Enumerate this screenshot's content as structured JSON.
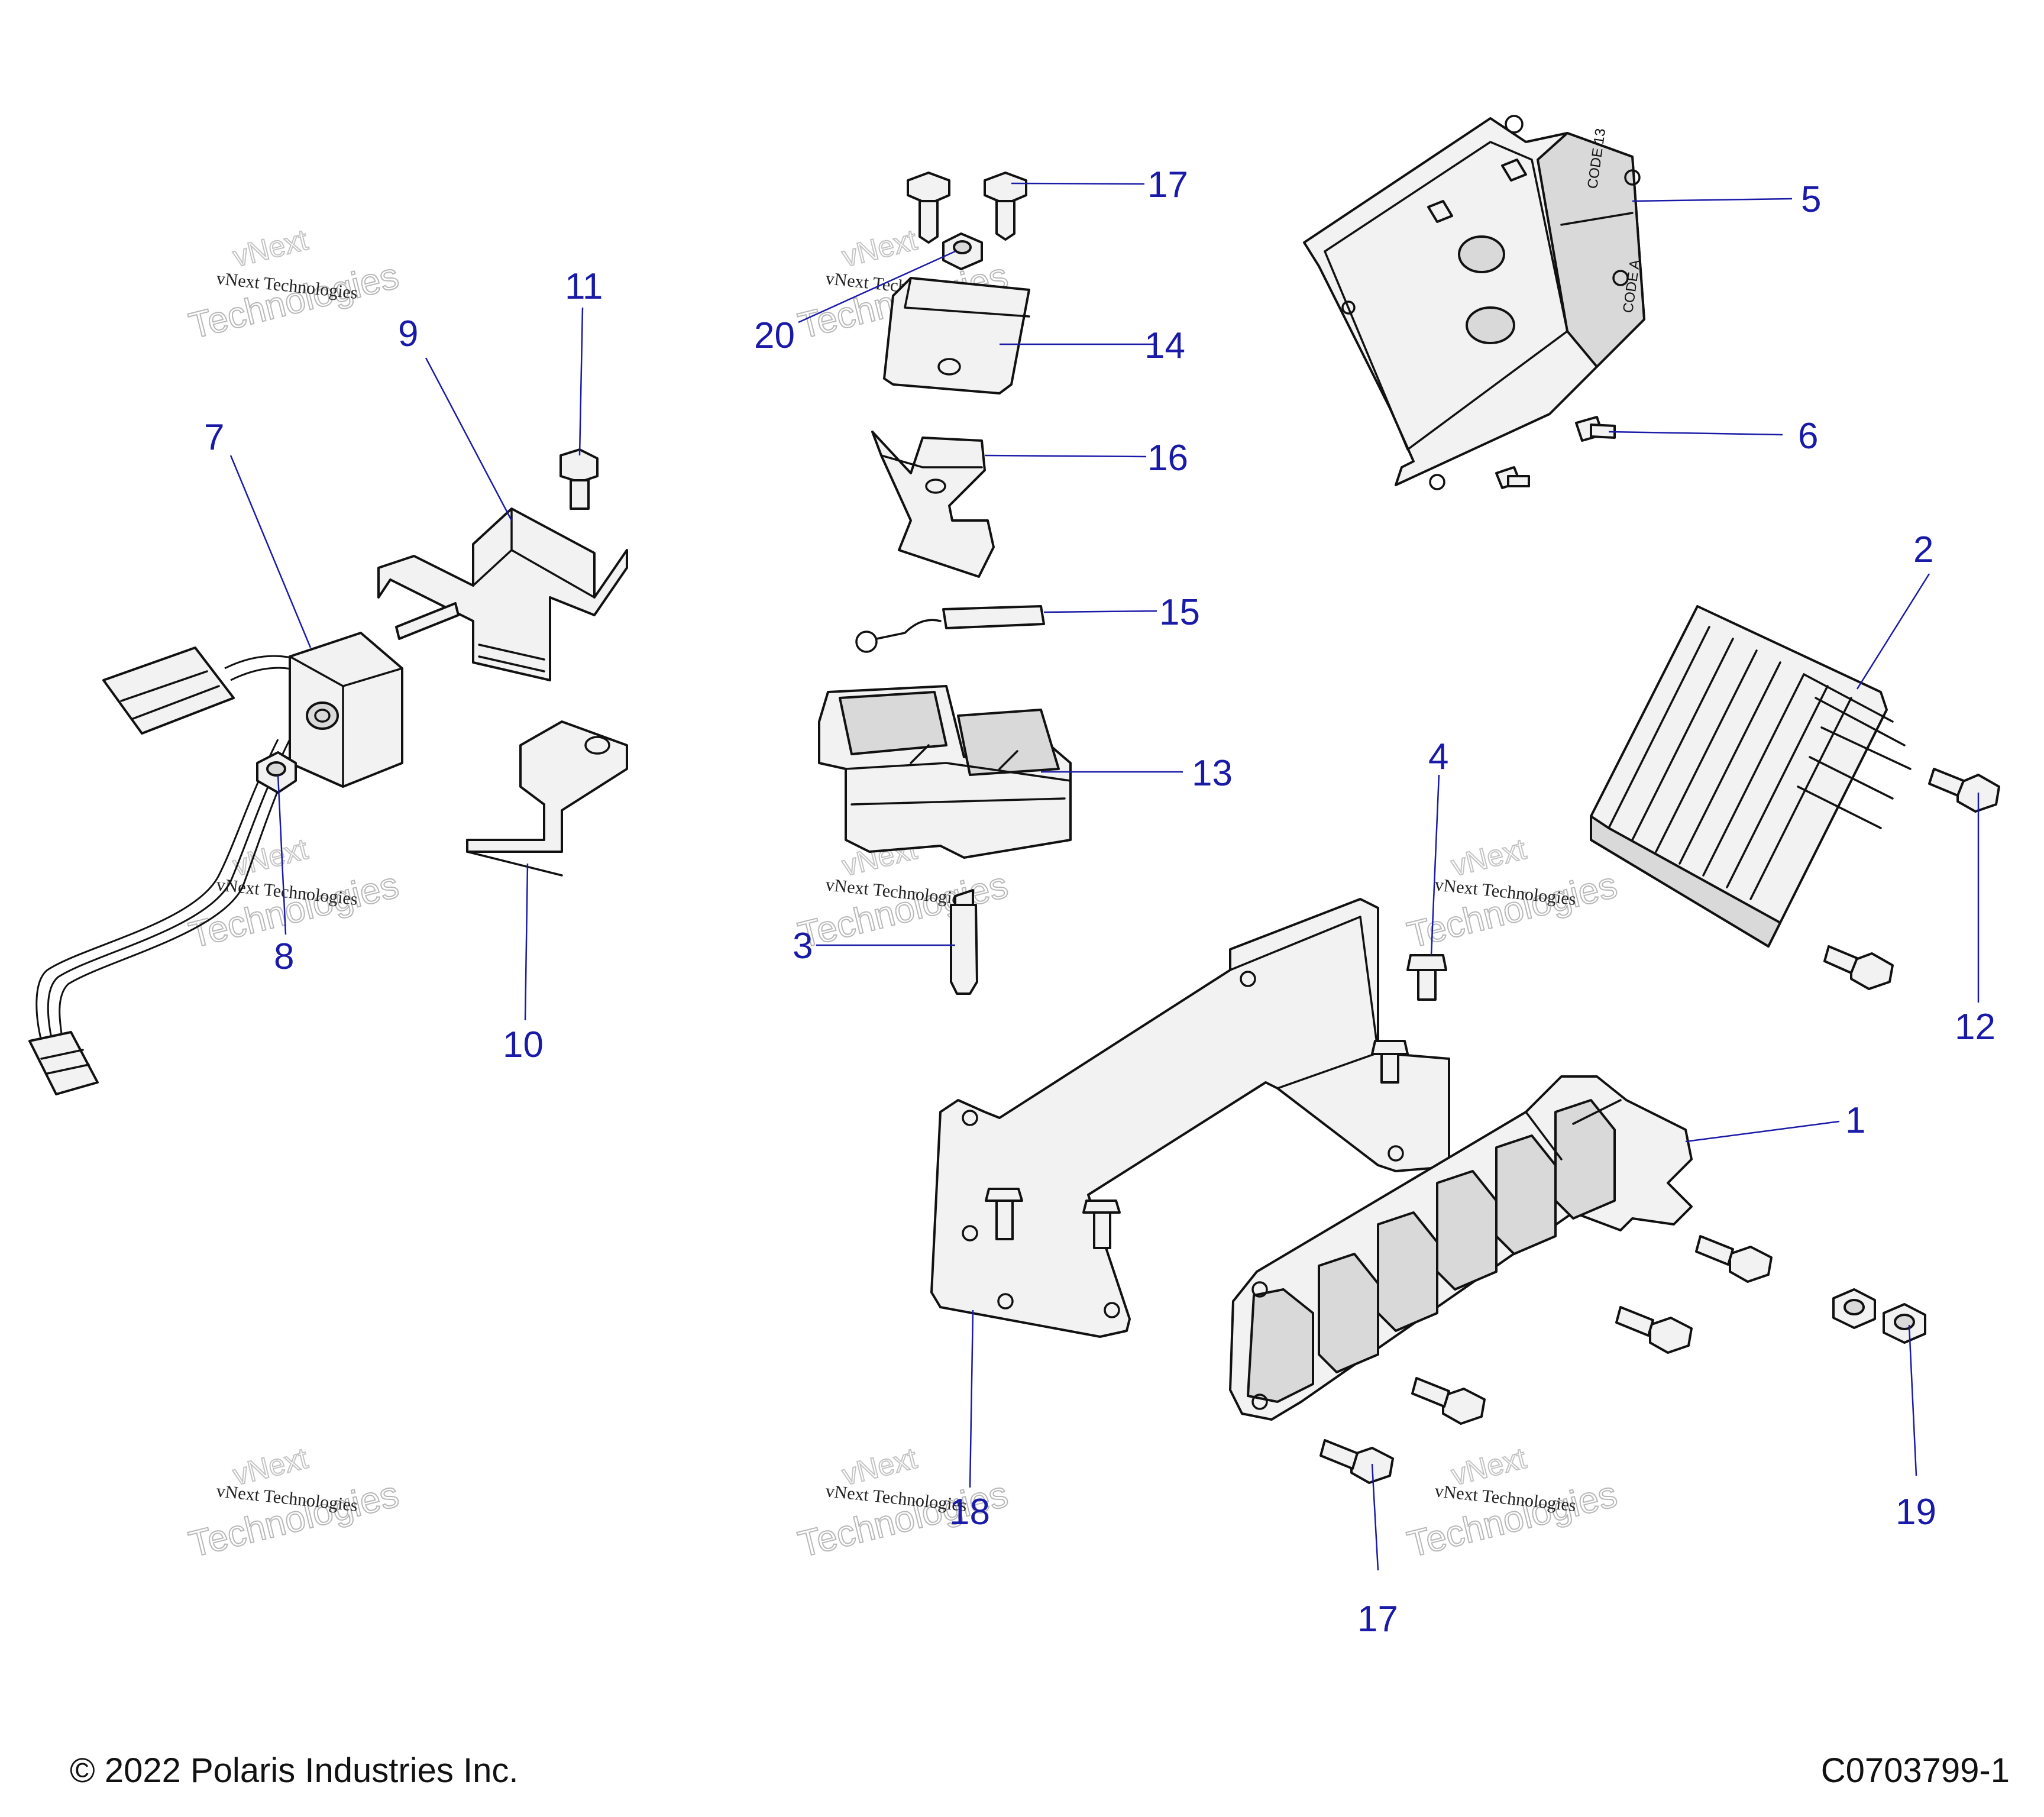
{
  "callouts": [
    "1",
    "2",
    "3",
    "4",
    "5",
    "6",
    "7",
    "8",
    "9",
    "10",
    "11",
    "12",
    "13",
    "14",
    "15",
    "16",
    "17",
    "17",
    "18",
    "19",
    "20"
  ],
  "part_labels": {
    "ecu_code_top": "CODE 13",
    "ecu_code_bottom": "CODE A"
  },
  "watermark": {
    "brand_line": "vNext Technologies",
    "outline_top": "vNext",
    "outline_bottom": "Technologies"
  },
  "footer": {
    "copyright": "© 2022 Polaris Industries Inc.",
    "figure_id": "C0703799-1"
  },
  "colors": {
    "callout": "#1a1aa8",
    "line_art": "#111111",
    "watermark": "#b8b8b8"
  }
}
